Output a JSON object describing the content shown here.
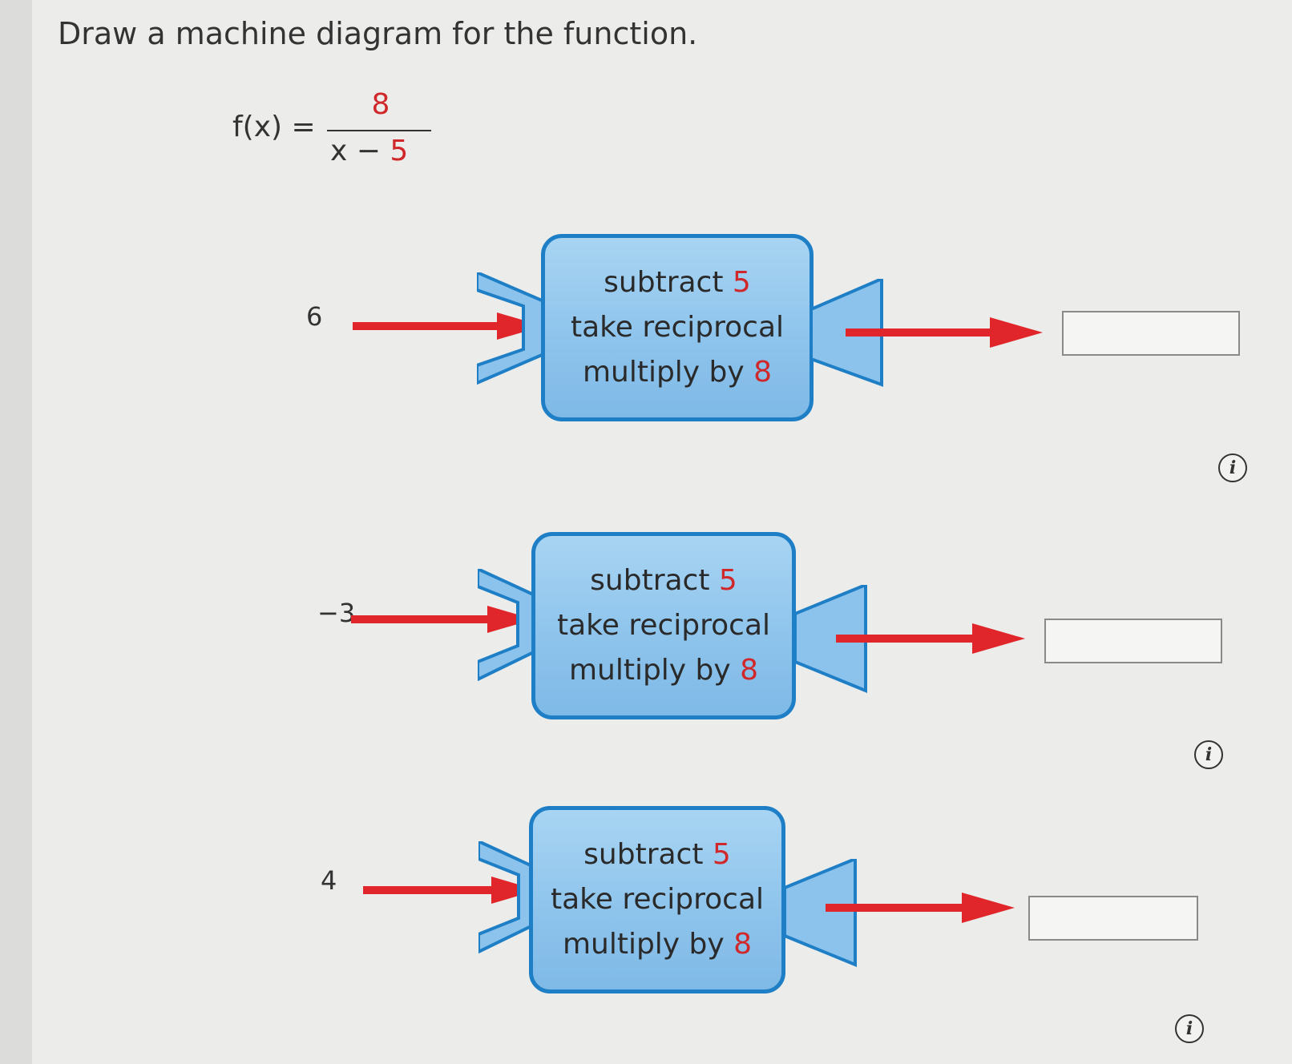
{
  "question": {
    "prompt": "Draw a machine diagram for the function.",
    "lhs": "f(x) =",
    "numerator": "8",
    "denominator_var": "x − ",
    "denominator_const": "5"
  },
  "machines": [
    {
      "input": "6",
      "step1_text": "subtract ",
      "step1_num": "5",
      "step2_text": "take reciprocal",
      "step3_text": "multiply by ",
      "step3_num": "8",
      "output": ""
    },
    {
      "input": "−3",
      "step1_text": "subtract ",
      "step1_num": "5",
      "step2_text": "take reciprocal",
      "step3_text": "multiply by ",
      "step3_num": "8",
      "output": ""
    },
    {
      "input": "4",
      "step1_text": "subtract ",
      "step1_num": "5",
      "step2_text": "take reciprocal",
      "step3_text": "multiply by ",
      "step3_num": "8",
      "output": ""
    }
  ],
  "icons": {
    "info": "i"
  },
  "colors": {
    "accent_red": "#d0282a",
    "machine_blue": "#8cc3ec",
    "machine_border": "#1f7fc6",
    "arrow_red": "#e0262b"
  }
}
